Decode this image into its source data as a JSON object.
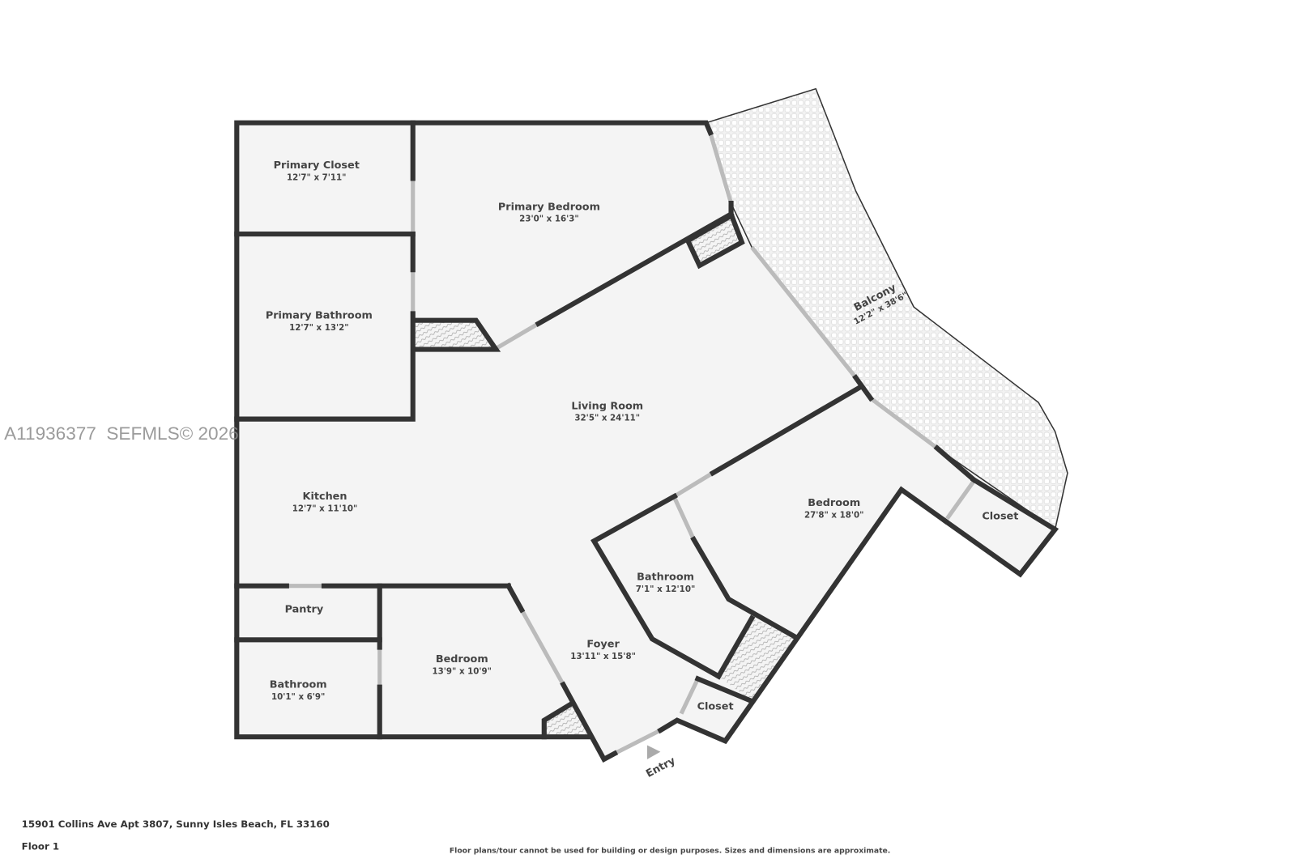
{
  "plan": {
    "address": "15901 Collins Ave Apt 3807, Sunny Isles Beach, FL 33160",
    "floor": "Floor 1",
    "disclaimer": "Floor plans/tour cannot be used for building or design purposes. Sizes and dimensions are approximate.",
    "watermark": "A11936377  SEFMLS© 2026",
    "entry": "Entry",
    "rooms": {
      "primary_closet": {
        "name": "Primary Closet",
        "dims": "12'7\" x 7'11\""
      },
      "primary_bedroom": {
        "name": "Primary Bedroom",
        "dims": "23'0\" x 16'3\""
      },
      "primary_bathroom": {
        "name": "Primary Bathroom",
        "dims": "12'7\" x 13'2\""
      },
      "living_room": {
        "name": "Living Room",
        "dims": "32'5\" x 24'11\""
      },
      "balcony": {
        "name": "Balcony",
        "dims": "12'2\" x 38'6\""
      },
      "kitchen": {
        "name": "Kitchen",
        "dims": "12'7\" x 11'10\""
      },
      "bedroom_large": {
        "name": "Bedroom",
        "dims": "27'8\" x 18'0\""
      },
      "closet_east": {
        "name": "Closet"
      },
      "bathroom_center": {
        "name": "Bathroom",
        "dims": "7'1\" x 12'10\""
      },
      "pantry": {
        "name": "Pantry"
      },
      "bedroom_small": {
        "name": "Bedroom",
        "dims": "13'9\" x 10'9\""
      },
      "foyer": {
        "name": "Foyer",
        "dims": "13'11\" x 15'8\""
      },
      "bathroom_west": {
        "name": "Bathroom",
        "dims": "10'1\" x 6'9\""
      },
      "closet_foyer": {
        "name": "Closet"
      }
    },
    "colors": {
      "wall": "#333333",
      "floor": "#f4f4f4",
      "balcony": "#e8e8e8"
    }
  }
}
